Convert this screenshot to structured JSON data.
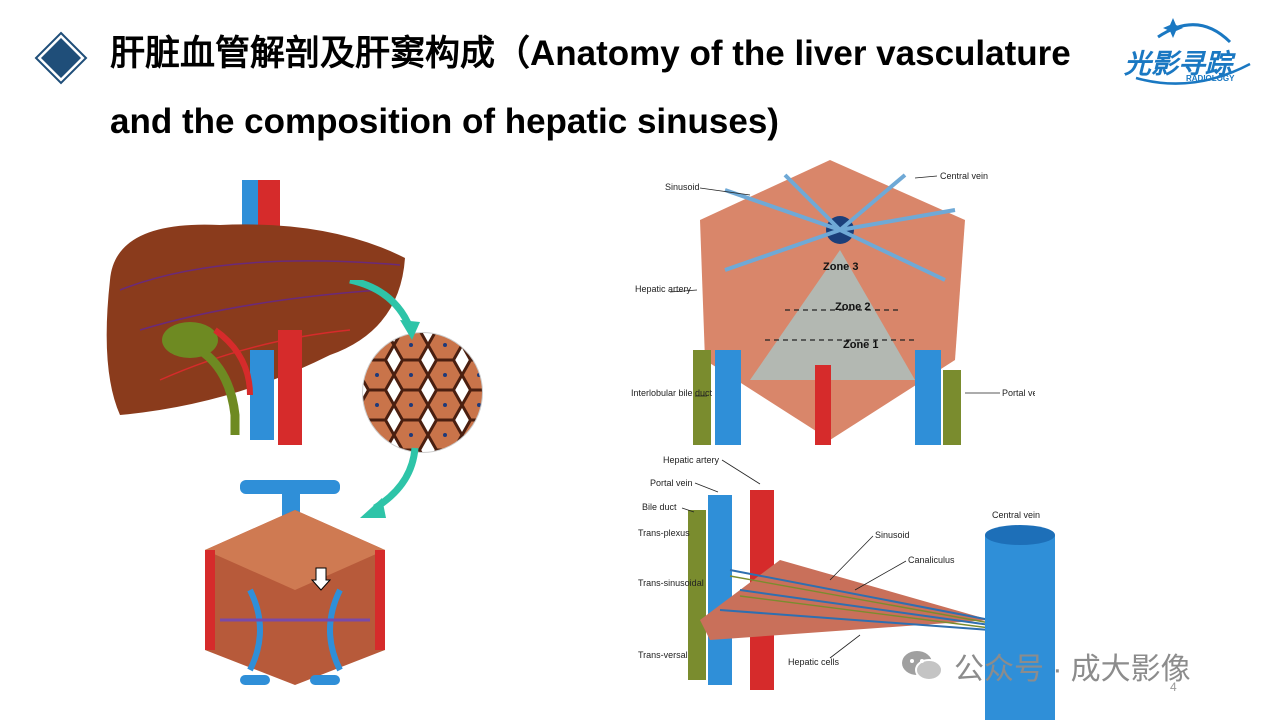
{
  "title": "肝脏血管解剖及肝窦构成（Anatomy of the liver vasculature and the composition of hepatic sinuses)",
  "logo": {
    "text": "光影寻踪",
    "sub": "RADIOLOGY"
  },
  "lobule_figure": {
    "labels": {
      "sinusoid": "Sinusoid",
      "central_vein": "Central vein",
      "hepatic_artery": "Hepatic artery",
      "interlobular_bile_duct": "Interlobular bile duct",
      "portal_vein": "Portal vein",
      "zone3": "Zone 3",
      "zone2": "Zone 2",
      "zone1": "Zone 1"
    }
  },
  "sinusoid_figure": {
    "labels": {
      "hepatic_artery": "Hepatic artery",
      "portal_vein": "Portal vein",
      "bile_duct": "Bile duct",
      "trans_plexus": "Trans-plexus",
      "trans_sinusoidal": "Trans-sinusoidal",
      "trans_versal": "Trans-versal",
      "sinusoid": "Sinusoid",
      "canaliculus": "Canaliculus",
      "hepatic_cells": "Hepatic cells",
      "central_vein": "Central vein"
    }
  },
  "watermark": "公众号 · 成大影像",
  "page_number": "4",
  "colors": {
    "accent": "#1f4e79",
    "artery": "#d62b2b",
    "vein": "#2f8fd8",
    "bile": "#7a8c2e",
    "liver": "#8a3b1c",
    "arrow": "#2ec4a8"
  }
}
